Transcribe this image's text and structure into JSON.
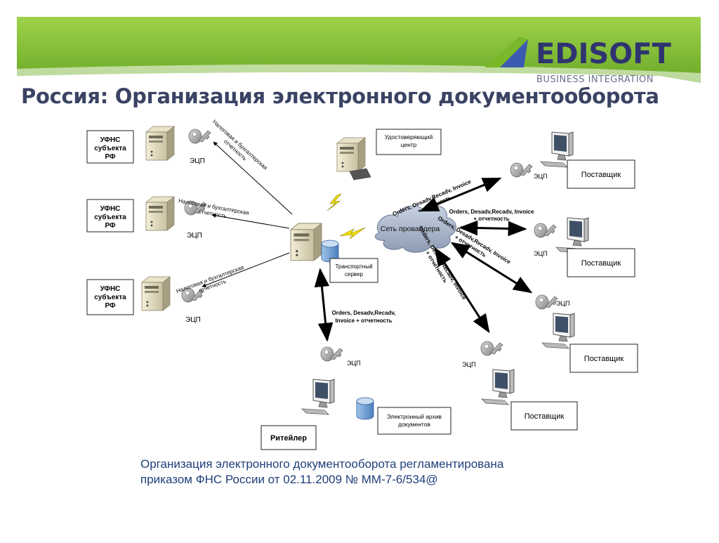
{
  "header": {
    "title": "Россия: Организация электронного документооборота",
    "banner_color": "#7dba2f",
    "logo": {
      "name": "EDISOFT",
      "tagline": "BUSINESS INTEGRATION",
      "color": "#2f3470"
    }
  },
  "diagram": {
    "ufns_label": [
      "УФНС",
      "субъекта",
      "РФ"
    ],
    "ecp_label": "ЭЦП",
    "report_arrow_label": [
      "Налоговая и бухгалтерская",
      "отчетность"
    ],
    "cert_center_label": [
      "Удостоверяющий",
      "центр"
    ],
    "transport_server_label": [
      "Транспортный",
      "сервер"
    ],
    "provider_network_label": "Сеть провайдера",
    "supplier_label": "Поставщик",
    "retailer_label": "Ритейлер",
    "archive_label": [
      "Электронный архив",
      "документов"
    ],
    "exchange_label": [
      "Orders, Desadv,Recadv, Invoice",
      "+ отчетность"
    ],
    "retailer_exchange_label": [
      "Orders, Desadv,Recadv,",
      "Invoice + отчетность"
    ]
  },
  "caption": [
    "Организация электронного документооборота регламентирована",
    "приказом ФНС России от 02.11.2009 № ММ-7-6/534@"
  ]
}
